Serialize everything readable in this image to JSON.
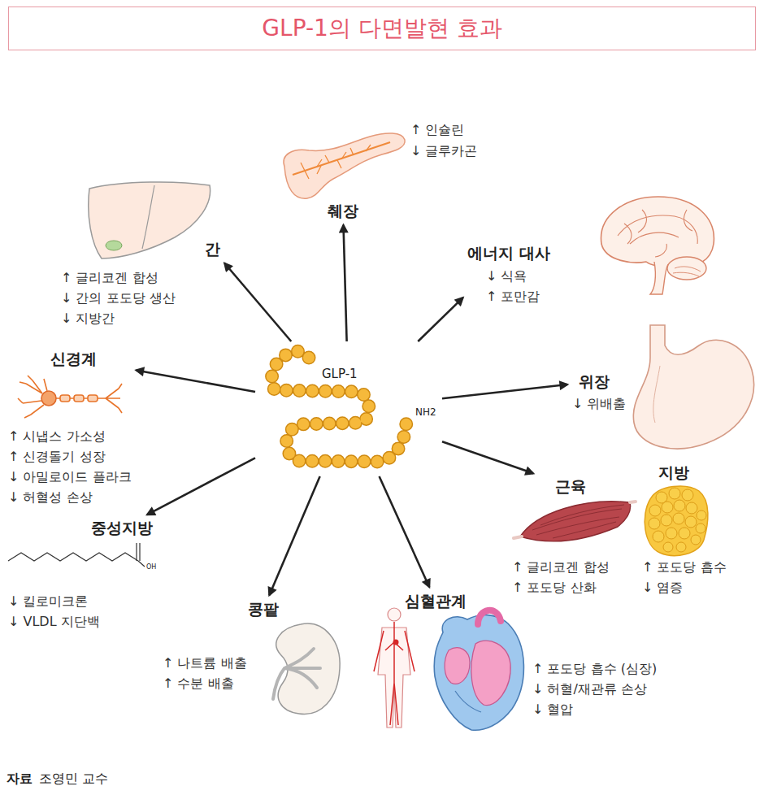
{
  "diagram": {
    "title": "GLP-1의 다면발현 효과",
    "nodes": [
      {
        "text": [
          "GLP-1",
          "NH2"
        ]
      },
      {
        "text": [
          "췌장",
          "↑ 인슐린",
          "↓ 글루카곤"
        ]
      },
      {
        "text": [
          "간",
          "↑ 글리코겐 합성",
          "↓ 간의 포도당 생산",
          "↓ 지방간"
        ]
      },
      {
        "text": [
          "에너지 대사",
          "↓ 식욕",
          "↑ 포만감"
        ]
      },
      {
        "text": [
          "신경계",
          "↑ 시냅스 가소성",
          "↑ 신경돌기 성장",
          "↓ 아밀로이드 플라크",
          "↓ 허혈성 손상"
        ]
      },
      {
        "text": [
          "위장",
          "↓ 위배출"
        ]
      },
      {
        "text": [
          "중성지방",
          "↓ 킬로미크론",
          "↓ VLDL 지단백"
        ]
      },
      {
        "text": [
          "근육",
          "↑ 글리코겐 합성",
          "↑ 포도당 산화"
        ]
      },
      {
        "text": [
          "지방",
          "↑ 포도당 흡수",
          "↓ 염증"
        ]
      },
      {
        "text": [
          "콩팥",
          "↑ 나트륨 배출",
          "↑ 수분 배출"
        ]
      },
      {
        "text": [
          "심혈관계",
          "↑ 포도당 흡수 (심장)",
          "↓ 허혈/재관류 손상",
          "↓ 혈압"
        ]
      }
    ],
    "edges": [
      {
        "from": 0,
        "to": 1,
        "arrow": "to"
      },
      {
        "from": 0,
        "to": 2,
        "arrow": "to"
      },
      {
        "from": 0,
        "to": 3,
        "arrow": "to"
      },
      {
        "from": 0,
        "to": 4,
        "arrow": "to"
      },
      {
        "from": 0,
        "to": 5,
        "arrow": "to"
      },
      {
        "from": 0,
        "to": 6,
        "arrow": "to"
      },
      {
        "from": 0,
        "to": 7,
        "arrow": "to"
      },
      {
        "from": 0,
        "to": 9,
        "arrow": "to"
      },
      {
        "from": 0,
        "to": 10,
        "arrow": "to"
      }
    ],
    "labels": [
      "OH",
      "자료",
      "조영민 교수"
    ]
  }
}
